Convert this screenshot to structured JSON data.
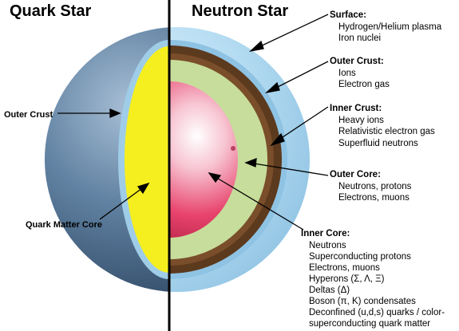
{
  "headings": {
    "left": "Quark Star",
    "right": "Neutron Star"
  },
  "quark_labels": {
    "outer_crust": "Outer Crust",
    "core": "Quark Matter Core"
  },
  "sections": [
    {
      "title": "Surface:",
      "items": [
        "Hydrogen/Helium plasma",
        "Iron nuclei"
      ]
    },
    {
      "title": "Outer Crust:",
      "items": [
        "Ions",
        "Electron gas"
      ]
    },
    {
      "title": "Inner Crust:",
      "items": [
        "Heavy ions",
        "Relativistic electron gas",
        "Superfluid neutrons"
      ]
    },
    {
      "title": "Outer Core:",
      "items": [
        "Neutrons, protons",
        "Electrons, muons"
      ]
    },
    {
      "title": "Inner Core:",
      "items": [
        "Neutrons",
        "Superconducting protons",
        "Electrons, muons",
        "Hyperons (Σ, Λ, Ξ)",
        "Deltas (Δ)",
        "Boson (π, K) condensates",
        "Deconfined (u,d,s) quarks / color-",
        "superconducting quark matter"
      ]
    }
  ],
  "colors": {
    "outer_shell": "#4d6e8e",
    "surface_shell": "#a9d4ee",
    "yellow_core": "#f6ef1f",
    "brown_crust": "#5c3a1e",
    "green_core": "#c7dd9c",
    "pink_core": "#e8436c"
  }
}
